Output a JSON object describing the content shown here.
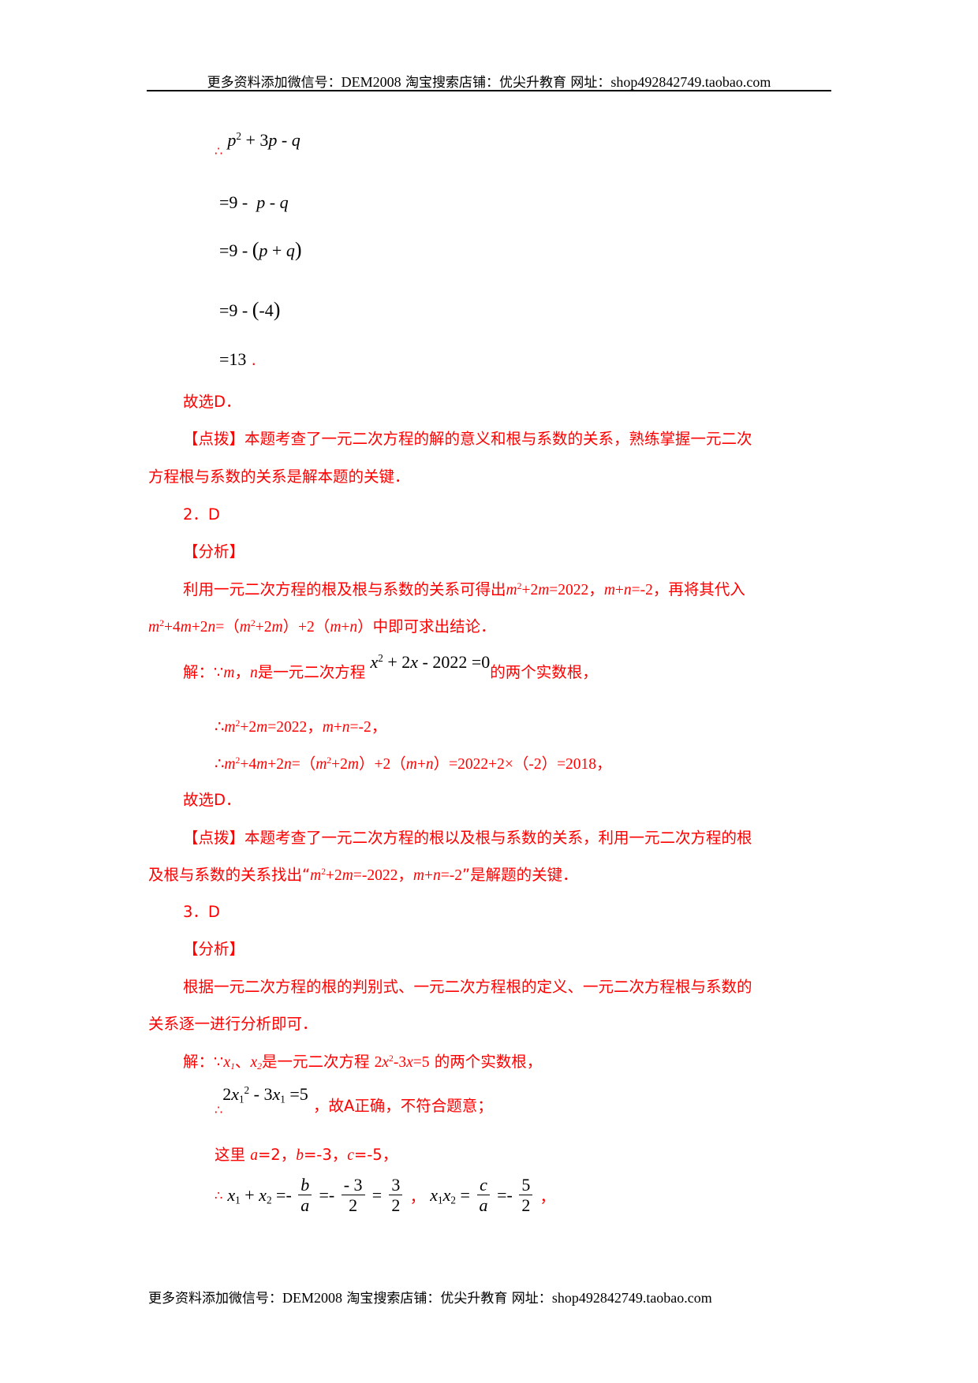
{
  "header": {
    "text_cn_1": "更多资料添加微信号：",
    "wechat": "DEM2008",
    "text_cn_2": "  淘宝搜索店铺：优尖升教育 网址：",
    "url": "shop492842749.taobao.com"
  },
  "footer": {
    "text_cn_1": "更多资料添加微信号：",
    "wechat": "DEM2008",
    "text_cn_2": "  淘宝搜索店铺：优尖升教育  网址：",
    "url": "shop492842749.taobao.com"
  },
  "q1": {
    "therefore": "∴",
    "expr_line1": "p² + 3p - q",
    "step2": "=9 - p - q",
    "step3": "=9 - (p + q)",
    "step4": "=9 - (-4)",
    "step5": "=13",
    "period": ".",
    "conclusion": "故选D．",
    "tip_p1": "【点拨】本题考查了一元二次方程的解的意义和根与系数的关系，熟练掌握一元二次",
    "tip_p2": "方程根与系数的关系是解本题的关键．"
  },
  "q2": {
    "number": "2．D",
    "analysis_title": "【分析】",
    "analysis_l1_text": "利用一元二次方程的根及根与系数的关系可得出",
    "analysis_l1_eq1": "m²+2m=2022",
    "analysis_l1_eq2": "m+n=-2",
    "analysis_l1_tail": "，再将其代入",
    "analysis_l2_eq": "m²+4m+2n=（m²+2m）+2（m+n）",
    "analysis_l2_tail": "中即可求出结论．",
    "sol_prefix": "解：∵",
    "sol_vars": "m，n",
    "sol_mid": "是一元二次方程",
    "sol_equation": "x² + 2x - 2022 = 0",
    "sol_tail": "的两个实数根，",
    "step1": "∴m²+2m=2022，m+n=-2，",
    "step2": "∴m²+4m+2n=（m²+2m）+2（m+n）=2022+2×（-2）=2018，",
    "conclusion": "故选D．",
    "tip_p1": "【点拨】本题考查了一元二次方程的根以及根与系数的关系，利用一元二次方程的根",
    "tip_p2": "及根与系数的关系找出“m²+2m=-2022，m+n=-2”是解题的关键．"
  },
  "q3": {
    "number": "3．D",
    "analysis_title": "【分析】",
    "analysis_p1": "根据一元二次方程的根的判别式、一元二次方程根的定义、一元二次方程根与系数的",
    "analysis_p2": "关系逐一进行分析即可．",
    "sol_line": "解：∵x₁、x₂是一元二次方程 2x²-3x=5 的两个实数根，",
    "step1_eq": "2x₁² - 3x₁ = 5",
    "step1_tail": "，故A正确，不符合题意；",
    "coeffs": "这里 a=2，b=-3，c=-5，",
    "sum_formula": "x₁ + x₂ = -b/a = -(-3)/2 = 3/2",
    "product_formula": "x₁x₂ = c/a = -5/2"
  }
}
